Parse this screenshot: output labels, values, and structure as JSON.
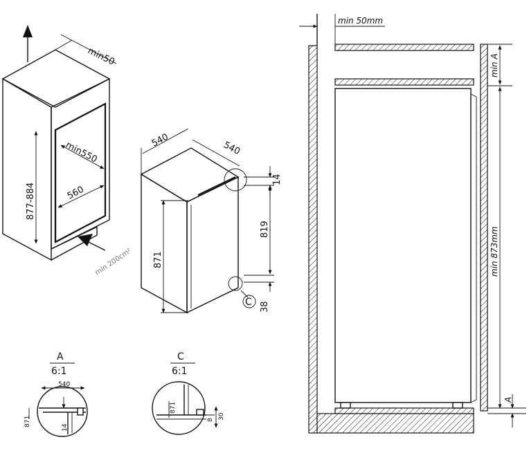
{
  "left_cabinet": {
    "top_gap": "min50",
    "height_range": "877-884",
    "depth": "min550",
    "width": "560",
    "vent": "min 200cm²"
  },
  "appliance": {
    "width": "540",
    "depth": "540",
    "top_offset": "14",
    "door_height": "819",
    "height": "871",
    "bottom_offset": "38",
    "detail_c_marker": "C"
  },
  "detail_a": {
    "title": "A",
    "scale": "6:1",
    "width": "540",
    "height": "871",
    "offset": "14"
  },
  "detail_c": {
    "title": "C",
    "scale": "6:1",
    "height": "871",
    "offset": "8",
    "clearance": "30"
  },
  "section": {
    "wall_gap": "min 50mm",
    "top_clearance": "min A",
    "niche_height": "min 873mm",
    "bottom_marker": "A"
  }
}
